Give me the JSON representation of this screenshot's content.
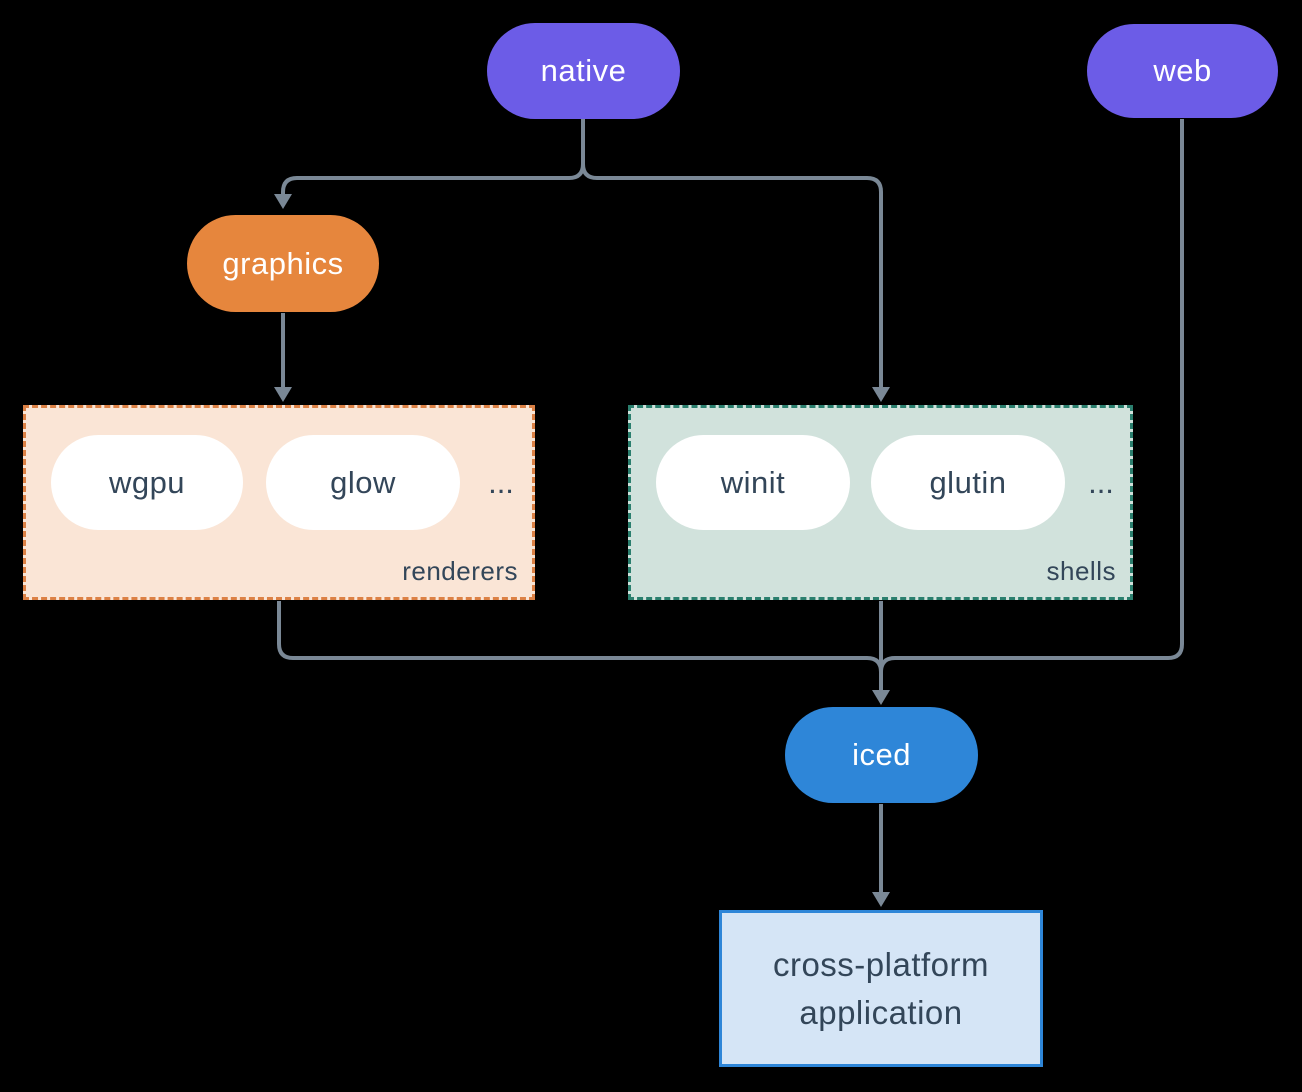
{
  "diagram": {
    "background_color": "#000000",
    "connector_color": "#7A8896",
    "nodes": {
      "native": {
        "label": "native",
        "color": "#6C5CE7",
        "text_color": "#FFFFFF"
      },
      "web": {
        "label": "web",
        "color": "#6C5CE7",
        "text_color": "#FFFFFF"
      },
      "graphics": {
        "label": "graphics",
        "color": "#E6863D",
        "text_color": "#FFFFFF"
      },
      "iced": {
        "label": "iced",
        "color": "#2E86D8",
        "text_color": "#FFFFFF"
      }
    },
    "groups": {
      "renderers": {
        "label": "renderers",
        "items": [
          "wgpu",
          "glow"
        ],
        "ellipsis": "...",
        "fill_color": "#FAE5D6",
        "border_color": "#DC8145",
        "item_text_color": "#334659"
      },
      "shells": {
        "label": "shells",
        "items": [
          "winit",
          "glutin"
        ],
        "ellipsis": "...",
        "fill_color": "#D1E2DC",
        "border_color": "#2B7F6E",
        "item_text_color": "#334659"
      }
    },
    "app_box": {
      "label_line1": "cross-platform",
      "label_line2": "application",
      "fill_color": "#D5E5F6",
      "border_color": "#2E86D8",
      "text_color": "#334659"
    }
  }
}
